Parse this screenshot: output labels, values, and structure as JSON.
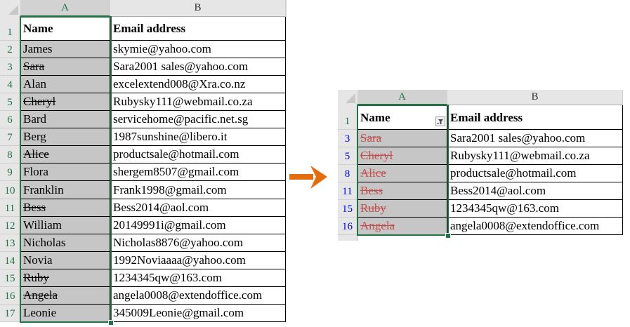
{
  "left_sheet": {
    "columns": [
      "A",
      "B"
    ],
    "header": {
      "row": "1",
      "name": "Name",
      "email": "Email address"
    },
    "rows": [
      {
        "row": "2",
        "name": "James",
        "email": "skymie@yahoo.com",
        "strike": false
      },
      {
        "row": "3",
        "name": "Sara",
        "email": "Sara2001 sales@yahoo.com",
        "strike": true
      },
      {
        "row": "4",
        "name": "Alan",
        "email": "excelextend008@Xra.co.nz",
        "strike": false
      },
      {
        "row": "5",
        "name": "Cheryl",
        "email": "Rubysky111@webmail.co.za",
        "strike": true
      },
      {
        "row": "6",
        "name": "Bard",
        "email": "servicehome@pacific.net.sg",
        "strike": false
      },
      {
        "row": "7",
        "name": "Berg",
        "email": "1987sunshine@libero.it",
        "strike": false
      },
      {
        "row": "8",
        "name": "Alice",
        "email": "productsale@hotmail.com",
        "strike": true
      },
      {
        "row": "9",
        "name": "Flora",
        "email": "shergem8507@gmail.com",
        "strike": false
      },
      {
        "row": "10",
        "name": "Franklin",
        "email": "Frank1998@gmail.com",
        "strike": false
      },
      {
        "row": "11",
        "name": "Bess",
        "email": "Bess2014@aol.com",
        "strike": true
      },
      {
        "row": "12",
        "name": "William",
        "email": "20149991i@gmail.com",
        "strike": false
      },
      {
        "row": "13",
        "name": "Nicholas",
        "email": "Nicholas8876@yahoo.com",
        "strike": false
      },
      {
        "row": "14",
        "name": "Novia",
        "email": "1992Noviaaaa@yahoo.com",
        "strike": false
      },
      {
        "row": "15",
        "name": "Ruby",
        "email": "1234345qw@163.com",
        "strike": true
      },
      {
        "row": "16",
        "name": "Angela",
        "email": "angela0008@extendoffice.com",
        "strike": true
      },
      {
        "row": "17",
        "name": "Leonie",
        "email": "345009Leonie@gmail.com",
        "strike": false
      }
    ]
  },
  "arrow": {
    "icon": "arrow-right-icon",
    "color": "#e46c0a"
  },
  "right_sheet": {
    "columns": [
      "A",
      "B"
    ],
    "header": {
      "row": "1",
      "name": "Name",
      "email": "Email address",
      "filter_icon": "filter-active-icon"
    },
    "rows": [
      {
        "row": "3",
        "name": "Sara",
        "email": "Sara2001 sales@yahoo.com"
      },
      {
        "row": "5",
        "name": "Cheryl",
        "email": "Rubysky111@webmail.co.za"
      },
      {
        "row": "8",
        "name": "Alice",
        "email": "productsale@hotmail.com"
      },
      {
        "row": "11",
        "name": "Bess",
        "email": "Bess2014@aol.com"
      },
      {
        "row": "15",
        "name": "Ruby",
        "email": "1234345qw@163.com"
      },
      {
        "row": "16",
        "name": "Angela",
        "email": "angela0008@extendoffice.com"
      }
    ]
  },
  "colors": {
    "selection": "#217346",
    "strike_red": "#c0504d",
    "filtered_row_number": "#0000ff",
    "name_fill": "#c6c6c6"
  }
}
